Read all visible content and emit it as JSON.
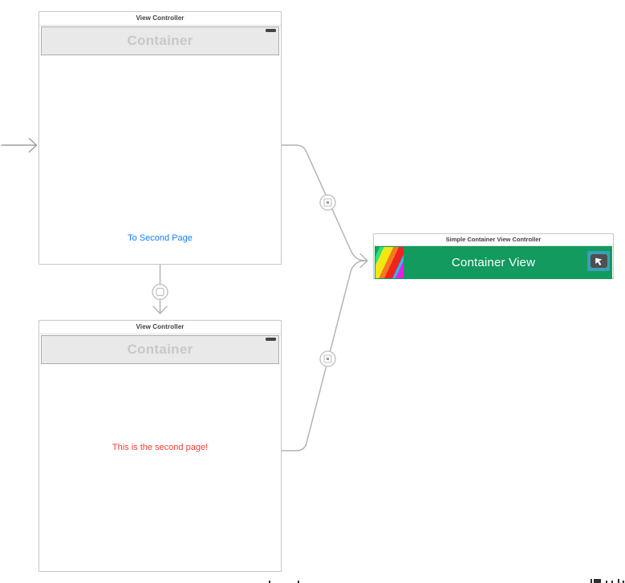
{
  "canvas": {
    "background": "#ffffff"
  },
  "scenes": {
    "first_vc": {
      "title": "View Controller",
      "container_placeholder": "Container",
      "link_label": "To Second Page"
    },
    "second_vc": {
      "title": "View Controller",
      "container_placeholder": "Container",
      "message": "This is the second page!"
    },
    "container_vc": {
      "title": "Simple Container View Controller",
      "bar_label": "Container View"
    }
  },
  "colors": {
    "link_blue": "#157EFB",
    "message_red": "#FB3B30",
    "container_green": "#129A5F",
    "exit_chip_teal": "#3C9FB3",
    "connector_gray": "#B4B4B4"
  },
  "icons": {
    "battery": "battery-indicator",
    "modal_segue": "modal-segue-circle",
    "embed_segue": "embed-segue-circle",
    "initial_arrow": "initial-view-controller-arrow",
    "exit_arrow": "unwind-exit-arrow",
    "thumbnail": "rainbow-image-thumbnail"
  }
}
